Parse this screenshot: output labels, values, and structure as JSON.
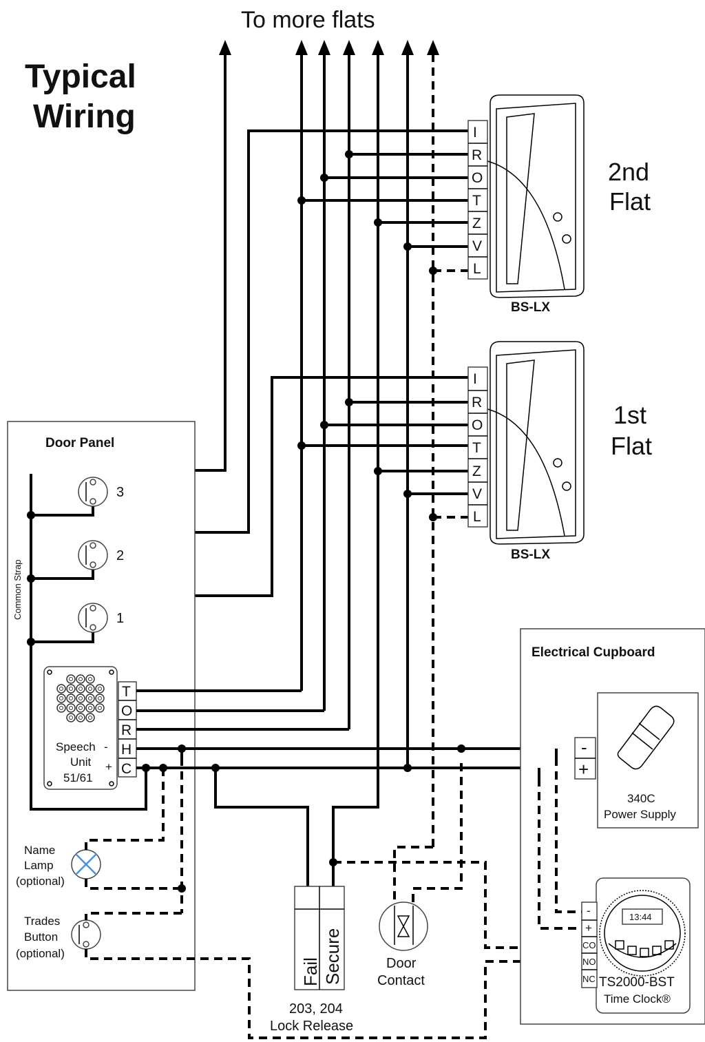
{
  "title": {
    "line1": "Typical",
    "line2": "Wiring"
  },
  "top_label": "To more flats",
  "flats": [
    {
      "name_line1": "2nd",
      "name_line2": "Flat",
      "model": "BS-LX",
      "terminals": [
        "I",
        "R",
        "O",
        "T",
        "Z",
        "V",
        "L"
      ]
    },
    {
      "name_line1": "1st",
      "name_line2": "Flat",
      "model": "BS-LX",
      "terminals": [
        "I",
        "R",
        "O",
        "T",
        "Z",
        "V",
        "L"
      ]
    }
  ],
  "door_panel": {
    "title": "Door Panel",
    "common_strap": "Common Strap",
    "buttons": [
      "3",
      "2",
      "1"
    ],
    "speech_unit": {
      "line1": "Speech",
      "line2": "Unit",
      "line3": "51/61",
      "minus": "-",
      "plus": "+",
      "terminals": [
        "T",
        "O",
        "R",
        "H",
        "C"
      ]
    },
    "name_lamp": {
      "line1": "Name",
      "line2": "Lamp",
      "line3": "(optional)"
    },
    "trades_button": {
      "line1": "Trades",
      "line2": "Button",
      "line3": "(optional)"
    }
  },
  "lock_release": {
    "fail": "Fail",
    "secure": "Secure",
    "model_line1": "203, 204",
    "model_line2": "Lock Release"
  },
  "door_contact": {
    "line1": "Door",
    "line2": "Contact"
  },
  "electrical_cupboard": {
    "title": "Electrical Cupboard",
    "power_supply": {
      "minus": "-",
      "plus": "+",
      "line1": "340C",
      "line2": "Power Supply"
    },
    "time_clock": {
      "terminals": [
        "-",
        "+",
        "CO",
        "NO",
        "NC"
      ],
      "display": "13:44",
      "line1": "TS2000-BST",
      "line2": "Time Clock®"
    }
  }
}
